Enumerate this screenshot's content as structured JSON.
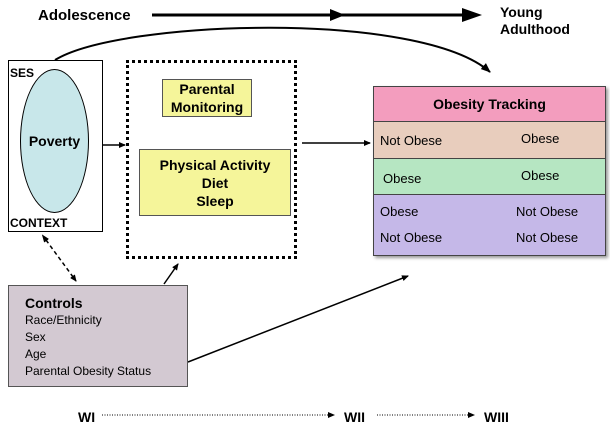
{
  "timeline": {
    "start": "Adolescence",
    "end_line1": "Young",
    "end_line2": "Adulthood"
  },
  "ses_context": {
    "top_label": "SES",
    "bottom_label": "CONTEXT",
    "center": "Poverty"
  },
  "mediators": {
    "parental_monitoring": [
      "Parental",
      "Monitoring"
    ],
    "behaviors": [
      "Physical Activity",
      "Diet",
      "Sleep"
    ]
  },
  "obesity_tracking": {
    "title": "Obesity Tracking",
    "rows": [
      {
        "from": "Not Obese",
        "to": "Obese",
        "color": "#e8cdbd"
      },
      {
        "from": "Obese",
        "to": "Obese",
        "color": "#b6e6c2"
      },
      {
        "from": "Obese",
        "to": "Not Obese",
        "color": "#c5b8e8"
      },
      {
        "from": "Not Obese",
        "to": "Not Obese",
        "color": "#c5b8e8"
      }
    ]
  },
  "controls": {
    "title": "Controls",
    "items": [
      "Race/Ethnicity",
      "Sex",
      "Age",
      "Parental Obesity Status"
    ]
  },
  "waves": [
    "WI",
    "WII",
    "WIII"
  ]
}
